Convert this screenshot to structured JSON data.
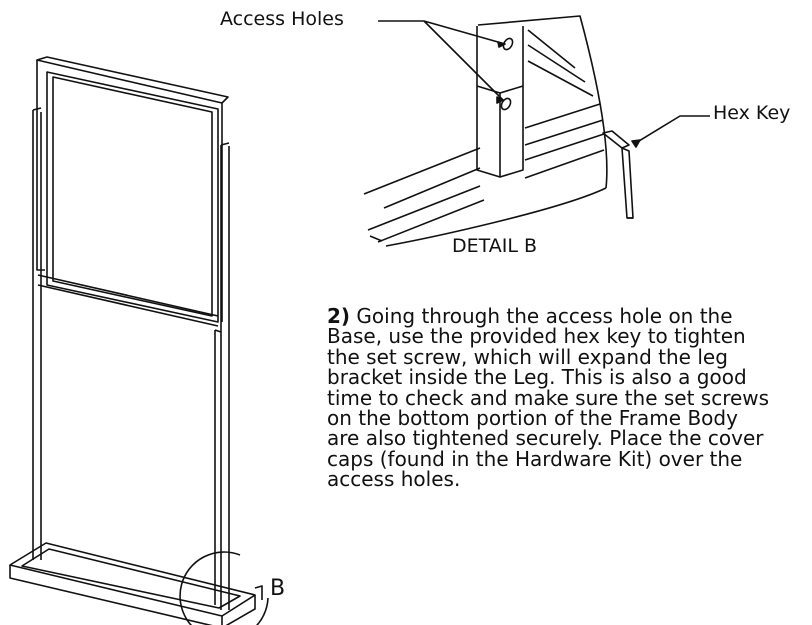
{
  "callouts": {
    "access_holes": "Access Holes",
    "hex_key": "Hex Key",
    "detail_caption": "DETAIL B",
    "detail_marker": "B"
  },
  "instruction": {
    "step_number": "2)",
    "lines": [
      "Going through the access hole on the",
      "Base, use the provided hex key to tighten",
      "the set screw, which will expand the leg",
      "bracket inside the Leg. This is also a good",
      "time to check and make sure the set screws",
      "on the bottom portion of the Frame Body",
      "are also tightened securely. Place the cover",
      "caps (found in the Hardware Kit) over the",
      "access holes."
    ]
  }
}
